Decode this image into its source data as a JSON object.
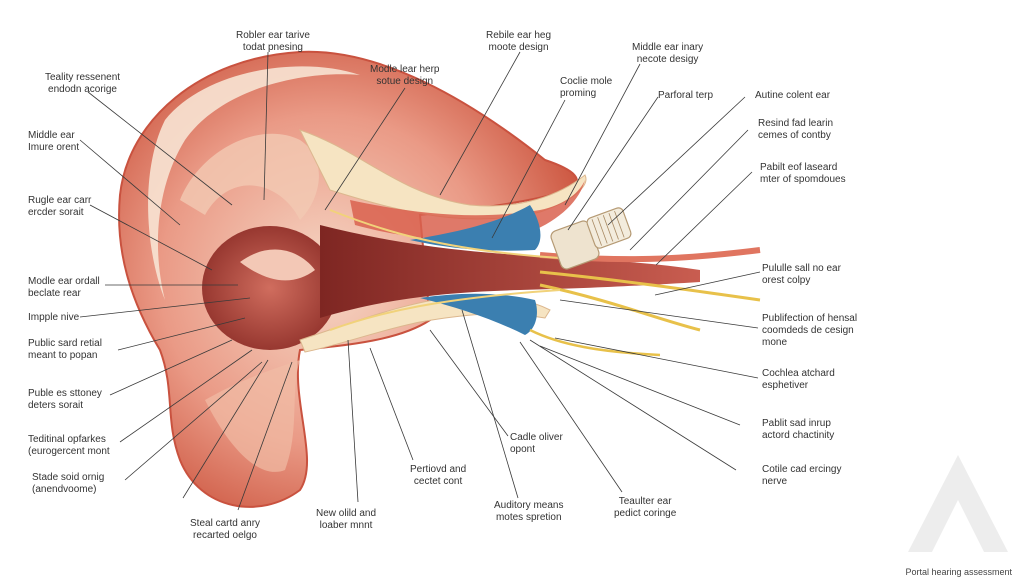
{
  "labels": {
    "l1": [
      "Teality ressenent",
      "endodn acorige"
    ],
    "l2": [
      "Middle ear",
      "Imure orent"
    ],
    "l3": [
      "Rugle ear carr",
      "ercder sorait"
    ],
    "l4": [
      "Modle ear ordall",
      "beclate rear"
    ],
    "l5": [
      "Impple nive"
    ],
    "l6": [
      "Public sard retial",
      "meant to popan"
    ],
    "l7": [
      "Puble es sttoney",
      "deters sorait"
    ],
    "l8": [
      "Teditinal opfarkes",
      "(eurogercent mont"
    ],
    "l9": [
      "Stade soid ornig",
      "(anendvoome)"
    ],
    "t1": [
      "Robler ear tarive",
      "todat pnesing"
    ],
    "t2": [
      "Modle lear herp",
      "sotue design"
    ],
    "t3": [
      "Rebile ear heg",
      "moote design"
    ],
    "t4": [
      "Coclie mole",
      "proming"
    ],
    "t5": [
      "Middle ear inary",
      "necote desigy"
    ],
    "t6": [
      "Parforal terp"
    ],
    "r1": [
      "Autine colent ear"
    ],
    "r2": [
      "Resind fad learin",
      "cemes of contby"
    ],
    "r3": [
      "Pabilt eof laseard",
      "mter of spomdoues"
    ],
    "r4": [
      "Pululle sall no ear",
      "orest colpy"
    ],
    "r5": [
      "Publifection of hensal",
      "coomdeds de cesign",
      "mone"
    ],
    "r6": [
      "Cochlea atchard",
      "esphetiver"
    ],
    "r7": [
      "Pablit sad inrup",
      "actord chactinity"
    ],
    "r8": [
      "Cotile cad ercingy",
      "nerve"
    ],
    "b1": [
      "Steal cartd anry",
      "recarted oelgo"
    ],
    "b2": [
      "New olild and",
      "loaber mnnt"
    ],
    "b3": [
      "Pertiovd and",
      "cectet cont"
    ],
    "b4": [
      "Cadle oliver",
      "opont"
    ],
    "b5": [
      "Auditory means",
      "motes spretion"
    ],
    "b6": [
      "Teaulter ear",
      "pedict coringe"
    ]
  },
  "caption": "Portal hearing assessment",
  "icons": {
    "watermark": "triangle-logo-icon"
  },
  "colors": {
    "outer_ear": "#e07a66",
    "inner_skin": "#f4d6c2",
    "canal_dark": "#8e2e2a",
    "cochlea_blue": "#3b7fb0",
    "nerve_yellow": "#e8c14a",
    "leader_line": "#3a3a3a"
  }
}
